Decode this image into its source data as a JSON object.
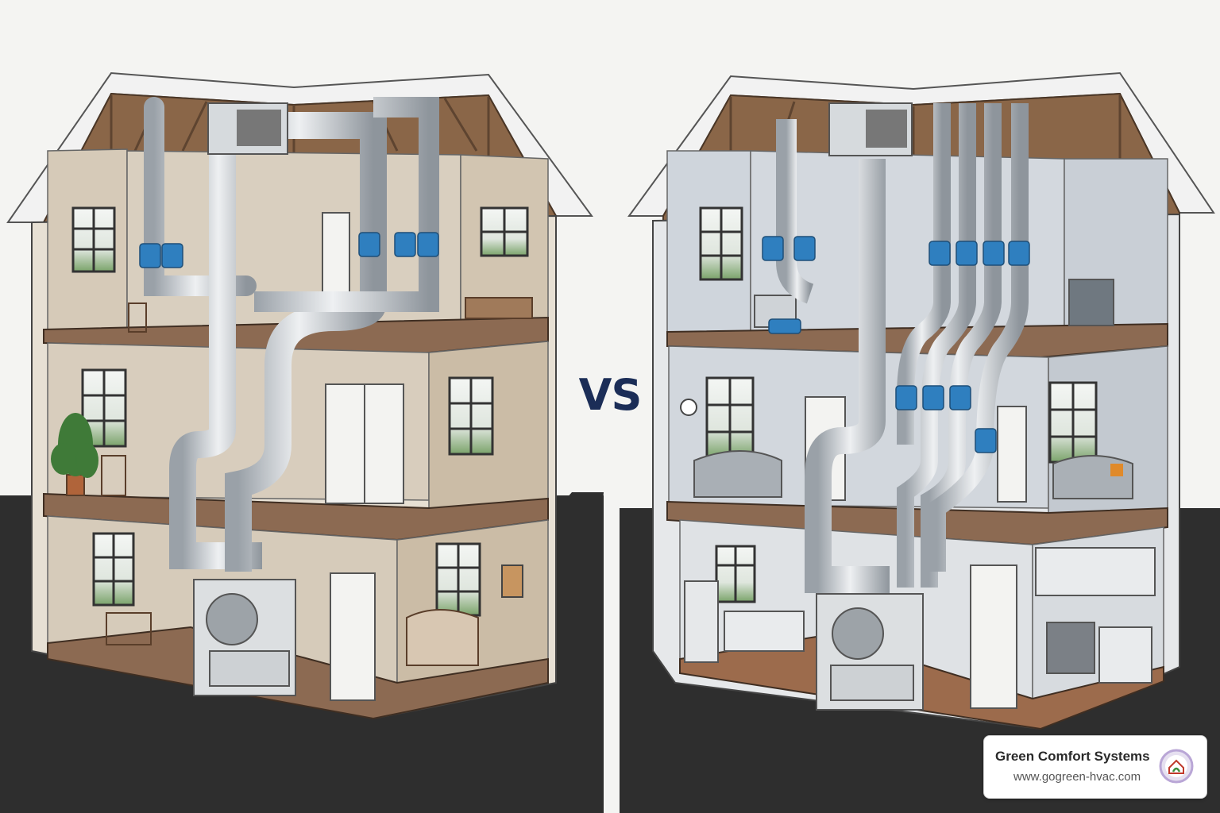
{
  "separator_text": "VS",
  "brand": {
    "name": "Green Comfort Systems",
    "url": "www.gogreen-hvac.com"
  },
  "colors": {
    "background": "#f4f4f2",
    "ground": "#2e2e2e",
    "duct": "#c5c9cd",
    "damper": "#2f7fbf",
    "vs_text": "#1b2d57",
    "left_wall": "#d9cdbd",
    "right_wall": "#cfd5dc",
    "floor": "#8c6a52"
  },
  "scenes": [
    {
      "id": "left-house",
      "interior_tone": "beige",
      "duct_style": "looping ducts",
      "damper_count": 5
    },
    {
      "id": "right-house",
      "interior_tone": "grey",
      "duct_style": "parallel vertical ducts",
      "damper_count": 11
    }
  ]
}
